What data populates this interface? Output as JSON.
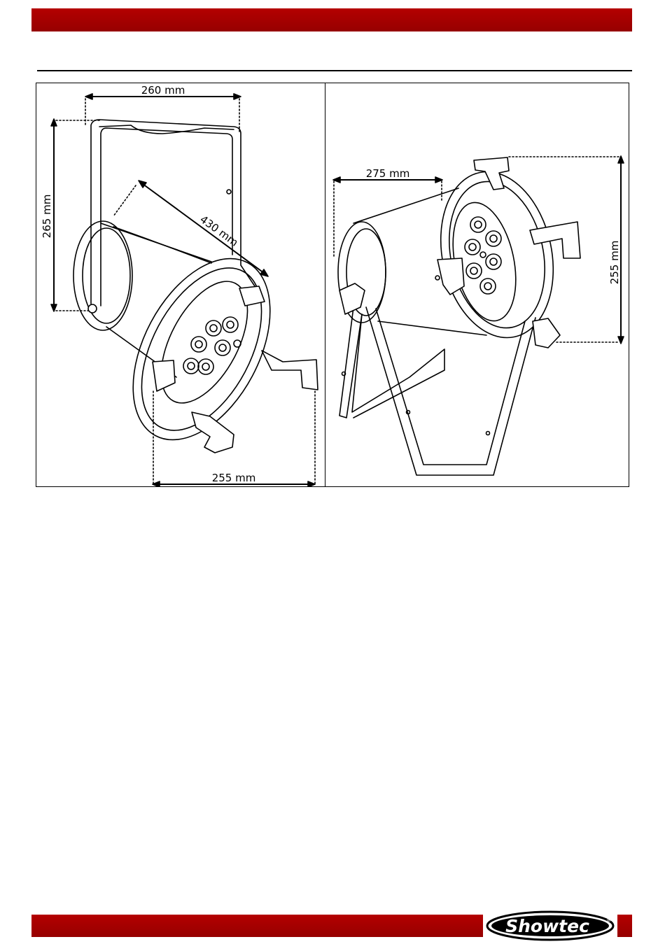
{
  "figure": {
    "left_view": {
      "width_label": "260 mm",
      "height_label": "265 mm",
      "length_label": "430 mm",
      "front_width_label": "255 mm"
    },
    "right_view": {
      "depth_label": "275 mm",
      "height_label": "255 mm"
    }
  },
  "footer": {
    "logo_text": "Showtec",
    "logo_mark": "®"
  },
  "colors": {
    "header_bar": "#a50000",
    "footer_bar": "#a50000",
    "line": "#000000"
  }
}
